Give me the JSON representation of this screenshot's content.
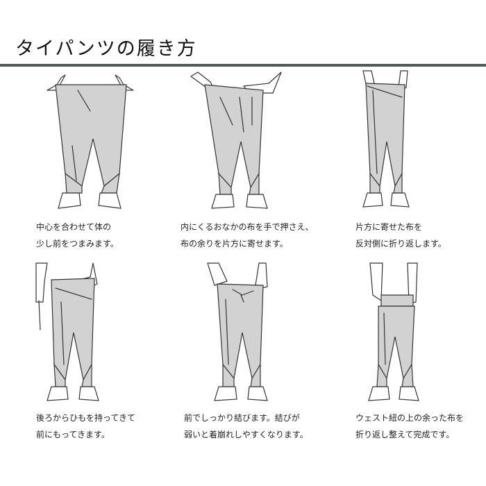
{
  "title": "タイパンツの履き方",
  "steps": [
    {
      "line1": "中心を合わせて体の",
      "line2": "少し前をつまみます。",
      "figure": "holding-pants-open"
    },
    {
      "line1": "内にくるおなかの布を手で押さえ、",
      "line2": "布の余りを片方に寄せます。",
      "figure": "gathering-fabric"
    },
    {
      "line1": "片方に寄せた布を",
      "line2": "反対側に折り返します。",
      "figure": "folding-over"
    },
    {
      "line1": "後ろからひもを持ってきて",
      "line2": "前にもってきます。",
      "figure": "bringing-string-front"
    },
    {
      "line1": "前でしっかり結びます。結びが",
      "line2": "弱いと着崩れしやすくなります。",
      "figure": "tying-string"
    },
    {
      "line1": "ウェスト紐の上の余った布を",
      "line2": "折り返し整えて完成です。",
      "figure": "finished"
    }
  ]
}
